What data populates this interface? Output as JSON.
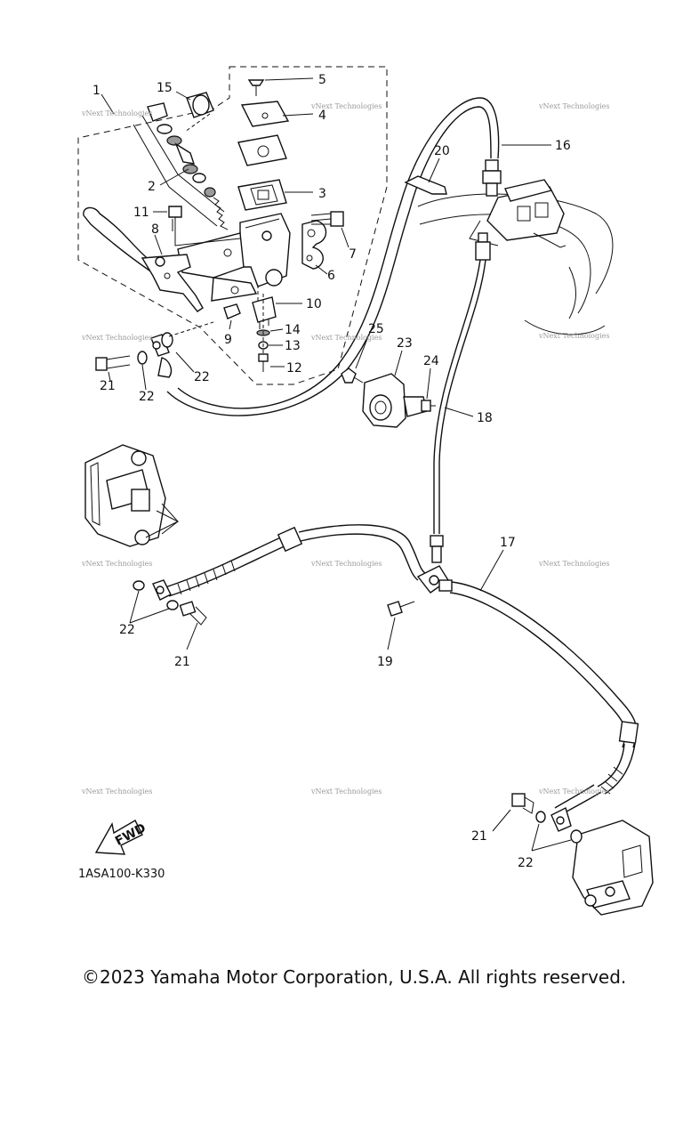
{
  "labels": {
    "p1": "1",
    "p2": "2",
    "p3": "3",
    "p4": "4",
    "p5": "5",
    "p6": "6",
    "p7": "7",
    "p8": "8",
    "p9": "9",
    "p10": "10",
    "p11": "11",
    "p12": "12",
    "p13": "13",
    "p14": "14",
    "p15": "15",
    "p16": "16",
    "p17": "17",
    "p18": "18",
    "p19": "19",
    "p20": "20",
    "p21": "21",
    "p22": "22",
    "p23": "23",
    "p24": "24",
    "p25": "25"
  },
  "watermark": "vNext Technologies",
  "fwd_label": "FWD",
  "diagram_code": "1ASA100-K330",
  "copyright": "©2023 Yamaha Motor Corporation, U.S.A. All rights reserved."
}
